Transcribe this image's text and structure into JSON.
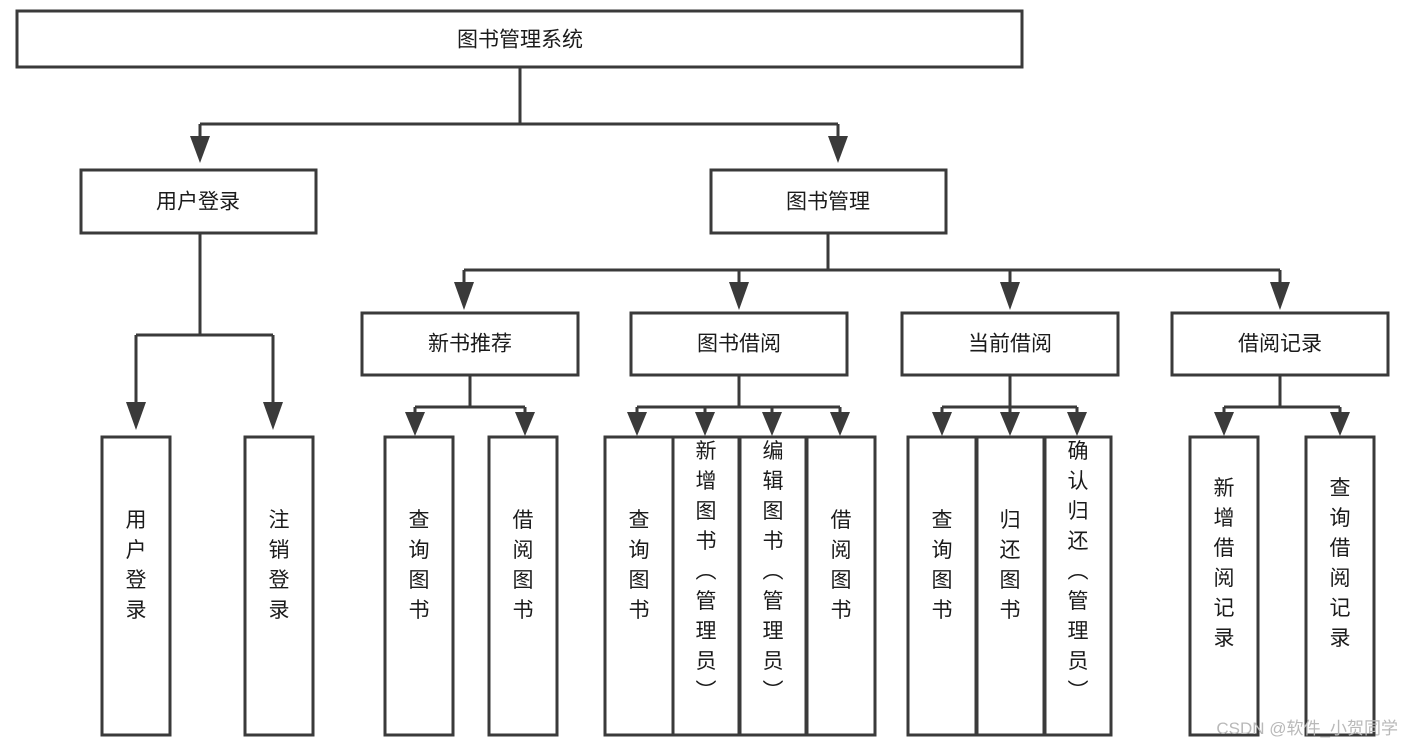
{
  "diagram": {
    "title": "图书管理系统",
    "style": {
      "box_fill": "#ffffff",
      "box_stroke": "#3a3a3a",
      "text_color": "#1b1b1b",
      "background": "#ffffff",
      "watermark_color": "#b9b9b9"
    },
    "root": {
      "label": "图书管理系统"
    },
    "level2": [
      {
        "label": "用户登录"
      },
      {
        "label": "图书管理"
      }
    ],
    "level3": [
      {
        "label": "新书推荐"
      },
      {
        "label": "图书借阅"
      },
      {
        "label": "当前借阅"
      },
      {
        "label": "借阅记录"
      }
    ],
    "leaves": {
      "user_login": [
        {
          "label": "用户登录"
        },
        {
          "label": "注销登录"
        }
      ],
      "new_book_recommend": [
        {
          "label": "查询图书"
        },
        {
          "label": "借阅图书"
        }
      ],
      "book_borrow": [
        {
          "label": "查询图书"
        },
        {
          "label": "新增图书（管理员）"
        },
        {
          "label": "编辑图书（管理员）"
        },
        {
          "label": "借阅图书"
        }
      ],
      "current_borrow": [
        {
          "label": "查询图书"
        },
        {
          "label": "归还图书"
        },
        {
          "label": "确认归还（管理员）"
        }
      ],
      "borrow_record": [
        {
          "label": "新增借阅记录"
        },
        {
          "label": "查询借阅记录"
        }
      ]
    },
    "watermark": "CSDN @软件_小贺同学"
  }
}
